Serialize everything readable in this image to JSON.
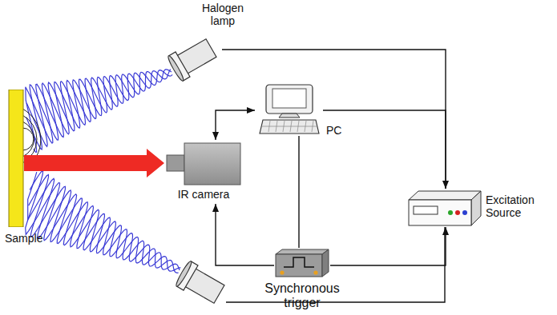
{
  "diagram": {
    "nodes": [
      {
        "text": [
          "Halogen lamp"
        ]
      },
      {
        "text": [
          "PC"
        ]
      },
      {
        "text": [
          "Sample"
        ]
      },
      {
        "text": [
          "IR camera"
        ]
      },
      {
        "text": [
          "Excitation Source"
        ]
      },
      {
        "text": [
          "Synchronous trigger"
        ]
      }
    ],
    "edges": [
      {
        "from": 2,
        "to": 3,
        "arrow": "to"
      },
      {
        "from": 1,
        "to": 3,
        "arrow": "both"
      },
      {
        "from": 1,
        "to": 4,
        "arrow": "to"
      },
      {
        "from": 1,
        "to": 5,
        "arrow": "none"
      },
      {
        "from": 5,
        "to": 3,
        "arrow": "to"
      },
      {
        "from": 5,
        "to": 4,
        "arrow": "to"
      },
      {
        "from": 0,
        "to": 4,
        "arrow": "none"
      }
    ]
  }
}
